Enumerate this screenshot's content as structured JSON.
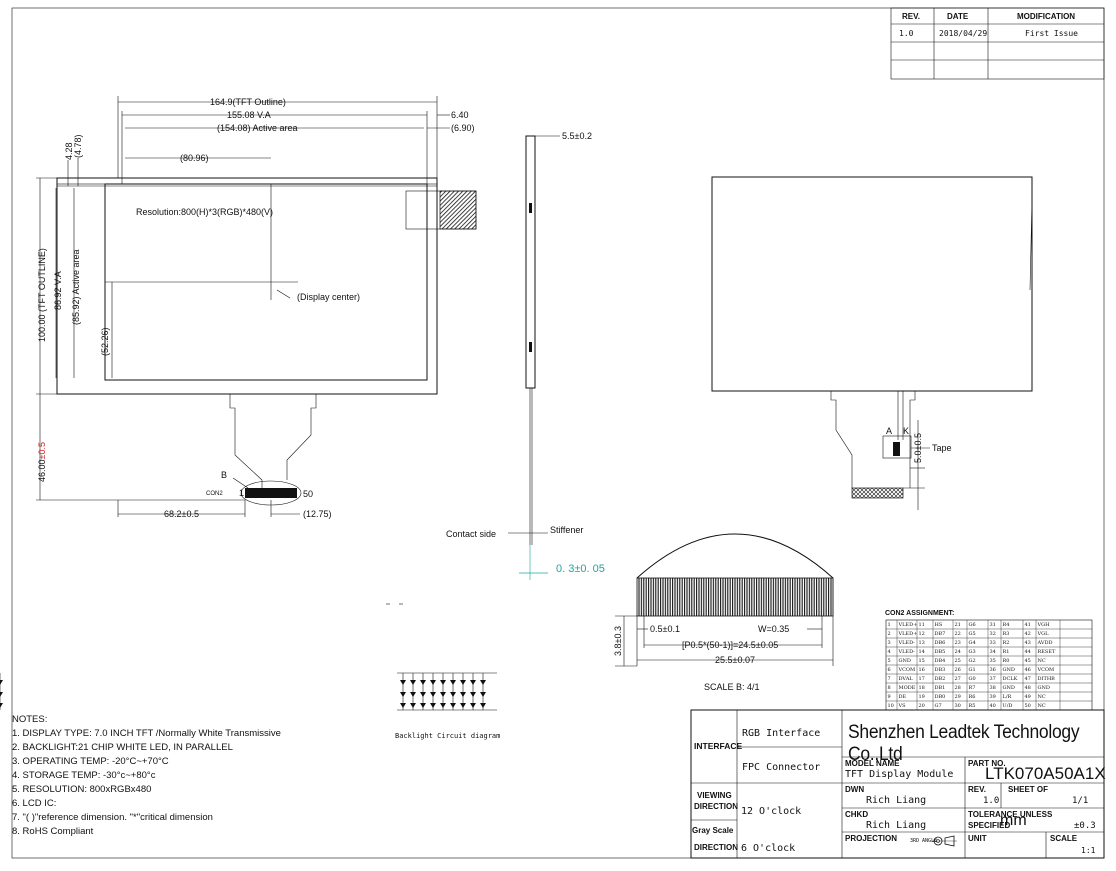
{
  "revision_table": {
    "headers": [
      "REV.",
      "DATE",
      "MODIFICATION"
    ],
    "rows": [
      [
        "1.0",
        "2018/04/29",
        "First Issue"
      ]
    ]
  },
  "front_view": {
    "dims": {
      "tft_outline_w": "164.9(TFT Outline)",
      "va_w": "155.08  V.A",
      "active_w": "(154.08) Active area",
      "d640": "6.40",
      "d690": "(6.90)",
      "d8096": "(80.96)",
      "d428": "4.28",
      "d478": "(4.78)",
      "tft_outline_h": "100.00 (TFT OUTLINE)",
      "va_h": "86.92 V.A",
      "active_h": "(85.92) Active area",
      "d5226": "(52.26)",
      "d4600": "46.00",
      "d4600_tol": "±0.5",
      "d682": "68.2±0.5",
      "d1275": "(12.75)"
    },
    "resolution_label": "Resolution:800(H)*3(RGB)*480(V)",
    "display_center": "(Display center)",
    "pin_b": "B",
    "con2": "CON2",
    "pin_1": "1",
    "pin_50": "50"
  },
  "side_view": {
    "thickness": "5.5±0.2",
    "contact_side": "Contact side",
    "stiffener": "Stiffener",
    "fpc_thick": "0. 3±0. 05"
  },
  "detail_b": {
    "d05": "0.5±0.1",
    "w": "W=0.35",
    "pitch": "[P0.5*(50-1)]=24.5±0.05",
    "total": "25.5±0.07",
    "height": "3.8±0.3",
    "scale": "SCALE B: 4/1"
  },
  "back_view": {
    "a": "A",
    "k": "K",
    "d50": "5.0±0.5",
    "tape": "Tape"
  },
  "backlight_label": "Backlight Circuit diagram",
  "notes": {
    "title": "NOTES:",
    "items": [
      "1. DISPLAY TYPE: 7.0 INCH TFT /Normally White Transmissive",
      "2. BACKLIGHT:21 CHIP WHITE LED, IN PARALLEL",
      "3. OPERATING TEMP: -20°C~+70°C",
      "4. STORAGE TEMP: -30°c~+80°c",
      "5. RESOLUTION: 800xRGBx480",
      "6. LCD IC:",
      "7. \"( )\"reference dimension. \"*\"critical dimension",
      "8. RoHS Compliant"
    ]
  },
  "con2_assignment": {
    "title": "CON2 ASSIGNMENT:",
    "rows": [
      [
        "1",
        "VLED+",
        "11",
        "HS",
        "21",
        "G6",
        "31",
        "R4",
        "41",
        "VGH"
      ],
      [
        "2",
        "VLED+",
        "12",
        "DB7",
        "22",
        "G5",
        "32",
        "R3",
        "42",
        "VGL"
      ],
      [
        "3",
        "VLED-",
        "13",
        "DB6",
        "23",
        "G4",
        "33",
        "R2",
        "43",
        "AVDD"
      ],
      [
        "4",
        "VLED-",
        "14",
        "DB5",
        "24",
        "G3",
        "34",
        "R1",
        "44",
        "RESET"
      ],
      [
        "5",
        "GND",
        "15",
        "DB4",
        "25",
        "G2",
        "35",
        "R0",
        "45",
        "NC"
      ],
      [
        "6",
        "VCOM",
        "16",
        "DB3",
        "26",
        "G1",
        "36",
        "GND",
        "46",
        "VCOM"
      ],
      [
        "7",
        "DVAL",
        "17",
        "DB2",
        "27",
        "G0",
        "37",
        "DCLK",
        "47",
        "DITHB"
      ],
      [
        "8",
        "MODE",
        "18",
        "DB1",
        "28",
        "R7",
        "38",
        "GND",
        "48",
        "GND"
      ],
      [
        "9",
        "DE",
        "19",
        "DB0",
        "29",
        "R6",
        "39",
        "L/R",
        "49",
        "NC"
      ],
      [
        "10",
        "VS",
        "20",
        "G7",
        "30",
        "R5",
        "40",
        "U/D",
        "50",
        "NC"
      ]
    ]
  },
  "title_block": {
    "interface": "INTERFACE",
    "rgb_interface": "RGB Interface",
    "fpc_connector": "FPC Connector",
    "company": "Shenzhen Leadtek Technology Co.,Ltd",
    "model_name_label": "MODEL NAME",
    "model_name": "TFT Display Module",
    "part_no_label": "PART NO.",
    "part_no": "LTK070A50A1X",
    "viewing_label_1": "VIEWING",
    "viewing_label_2": "DIRECTION",
    "viewing_value": "12 O'clock",
    "dwn_label": "DWN",
    "dwn_value": "Rich Liang",
    "rev_label": "REV.",
    "rev_value": "1.0",
    "sheet_label": "SHEET  OF",
    "sheet_value": "1/1",
    "chkd_label": "CHKD",
    "chkd_value": "Rich Liang",
    "tolerance_label_1": "TOLERANCE  UNLESS",
    "tolerance_label_2": "SPECIFIED",
    "tolerance_value": "±0.3",
    "gray_label_1": "Gray Scale",
    "gray_label_2": "DIRECTION",
    "gray_value": "6  O'clock",
    "projection_label": "PROJECTION",
    "projection_value": "3RD ANGLE",
    "unit_label": "UNIT",
    "unit_value": "mm",
    "scale_label": "SCALE",
    "scale_value": "1:1"
  },
  "colors": {
    "line": "#111111",
    "red_tol": "#d21f1f",
    "cyan_dim": "#19a7a0"
  }
}
